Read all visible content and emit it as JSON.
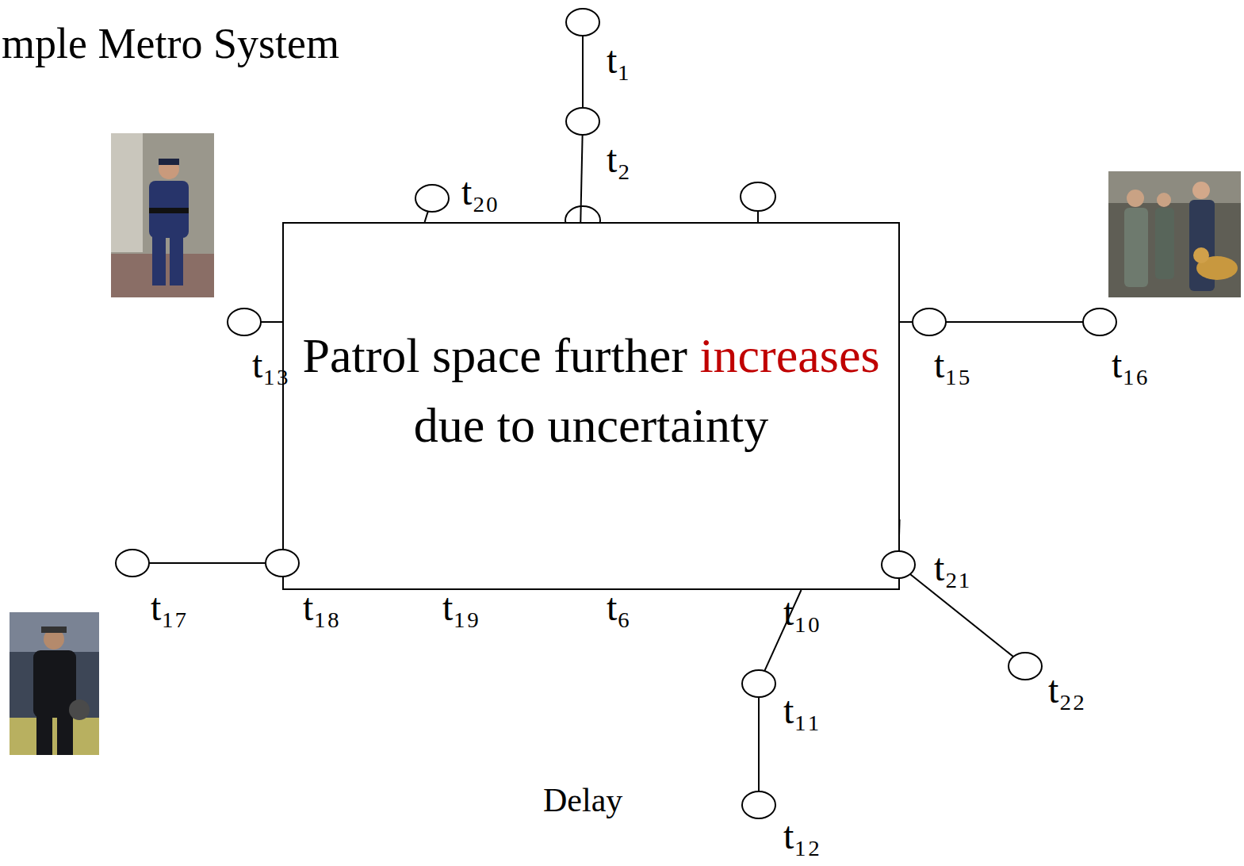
{
  "diagram": {
    "title": "mple Metro System",
    "nodes": [
      {
        "text": [
          "t₁"
        ]
      },
      {
        "text": [
          "t₂"
        ]
      },
      {
        "text": [
          "t₂₀"
        ]
      },
      {
        "text": [
          "Patrol space further",
          "increases",
          "due to uncertainty"
        ]
      },
      {
        "text": [
          "t₁₃"
        ]
      },
      {
        "text": [
          "t₁₅"
        ]
      },
      {
        "text": [
          "t₁₆"
        ]
      },
      {
        "text": [
          "t₁₇"
        ]
      },
      {
        "text": [
          "t₁₈"
        ]
      },
      {
        "text": [
          "t₂₁"
        ]
      },
      {
        "text": [
          "t₂₂"
        ]
      },
      {
        "text": [
          "t₁₁"
        ]
      },
      {
        "text": [
          "t₁₂"
        ]
      }
    ],
    "edges": [
      {
        "from": 0,
        "to": 1,
        "arrow": "none"
      },
      {
        "from": 1,
        "to": 3,
        "arrow": "none"
      },
      {
        "from": 2,
        "to": 3,
        "arrow": "none"
      },
      {
        "from": 4,
        "to": 3,
        "arrow": "none"
      },
      {
        "from": 3,
        "to": 5,
        "arrow": "none"
      },
      {
        "from": 5,
        "to": 6,
        "arrow": "none"
      },
      {
        "from": 7,
        "to": 8,
        "arrow": "none"
      },
      {
        "from": 8,
        "to": 3,
        "arrow": "none"
      },
      {
        "from": 3,
        "to": 9,
        "arrow": "none"
      },
      {
        "from": 9,
        "to": 10,
        "arrow": "none"
      },
      {
        "from": 3,
        "to": 11,
        "arrow": "none"
      },
      {
        "from": 11,
        "to": 12,
        "arrow": "none"
      }
    ],
    "labels": [
      "t₁₉",
      "t₆",
      "t₁₀",
      "Delay"
    ]
  }
}
